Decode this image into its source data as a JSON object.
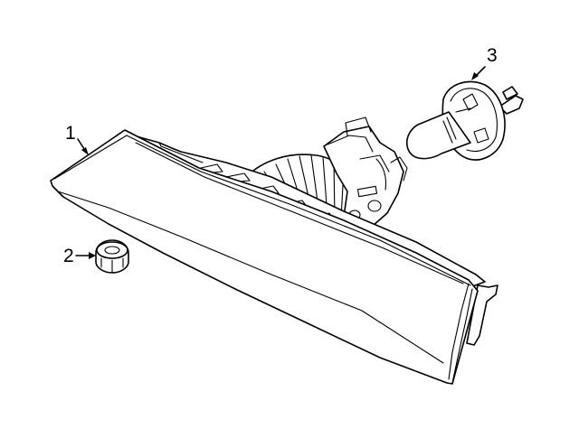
{
  "callouts": [
    {
      "id": "lamp-assembly",
      "label": "1"
    },
    {
      "id": "nut",
      "label": "2"
    },
    {
      "id": "bulb",
      "label": "3"
    }
  ],
  "colors": {
    "line": "#000000",
    "background": "#ffffff"
  }
}
